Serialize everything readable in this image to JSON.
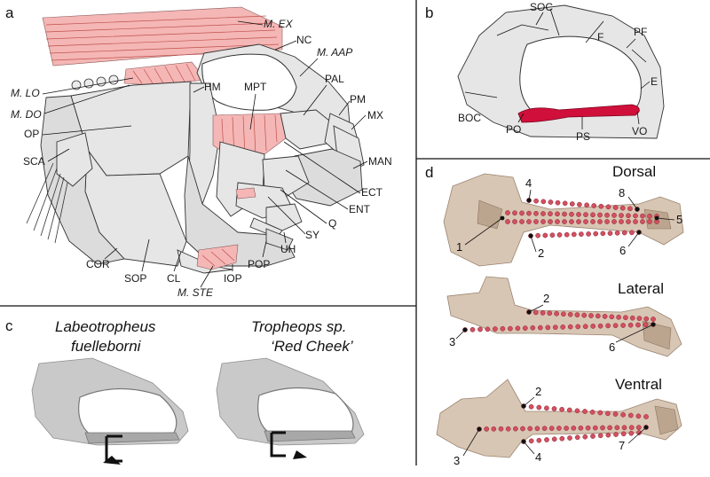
{
  "panels": {
    "a": {
      "letter": "a",
      "labels": {
        "m_ex": "M. EX",
        "nc": "NC",
        "m_aap": "M. AAP",
        "m_lo": "M. LO",
        "hm": "HM",
        "mpt": "MPT",
        "pal": "PAL",
        "m_do": "M. DO",
        "pm": "PM",
        "mx": "MX",
        "op": "OP",
        "sca": "SCA",
        "man": "MAN",
        "ect": "ECT",
        "ent": "ENT",
        "q": "Q",
        "sy": "SY",
        "uh": "UH",
        "cor": "COR",
        "sop": "SOP",
        "cl": "CL",
        "iop": "IOP",
        "pop": "POP",
        "m_ste": "M. STE"
      }
    },
    "b": {
      "letter": "b",
      "labels": {
        "soc": "SOC",
        "f": "F",
        "pf": "PF",
        "e": "E",
        "boc": "BOC",
        "po": "PO",
        "ps": "PS",
        "vo": "VO"
      }
    },
    "c": {
      "letter": "c",
      "species_left_1": "Labeotropheus",
      "species_left_2": "fuelleborni",
      "species_right_1": "Tropheops sp.",
      "species_right_2": "‘Red Cheek’"
    },
    "d": {
      "letter": "d",
      "views": {
        "dorsal": "Dorsal",
        "lateral": "Lateral",
        "ventral": "Ventral"
      },
      "landmarks_dorsal": [
        "1",
        "2",
        "4",
        "5",
        "6",
        "8"
      ],
      "landmarks_lateral": [
        "2",
        "3",
        "6"
      ],
      "landmarks_ventral": [
        "2",
        "3",
        "4",
        "7"
      ]
    }
  },
  "colors": {
    "muscle": "#f4b7b5",
    "vomer_highlight": "#d0103a",
    "bone": "#e6e6e6",
    "landmark": "#d25060",
    "skull_tan": "#d8c6b4"
  }
}
